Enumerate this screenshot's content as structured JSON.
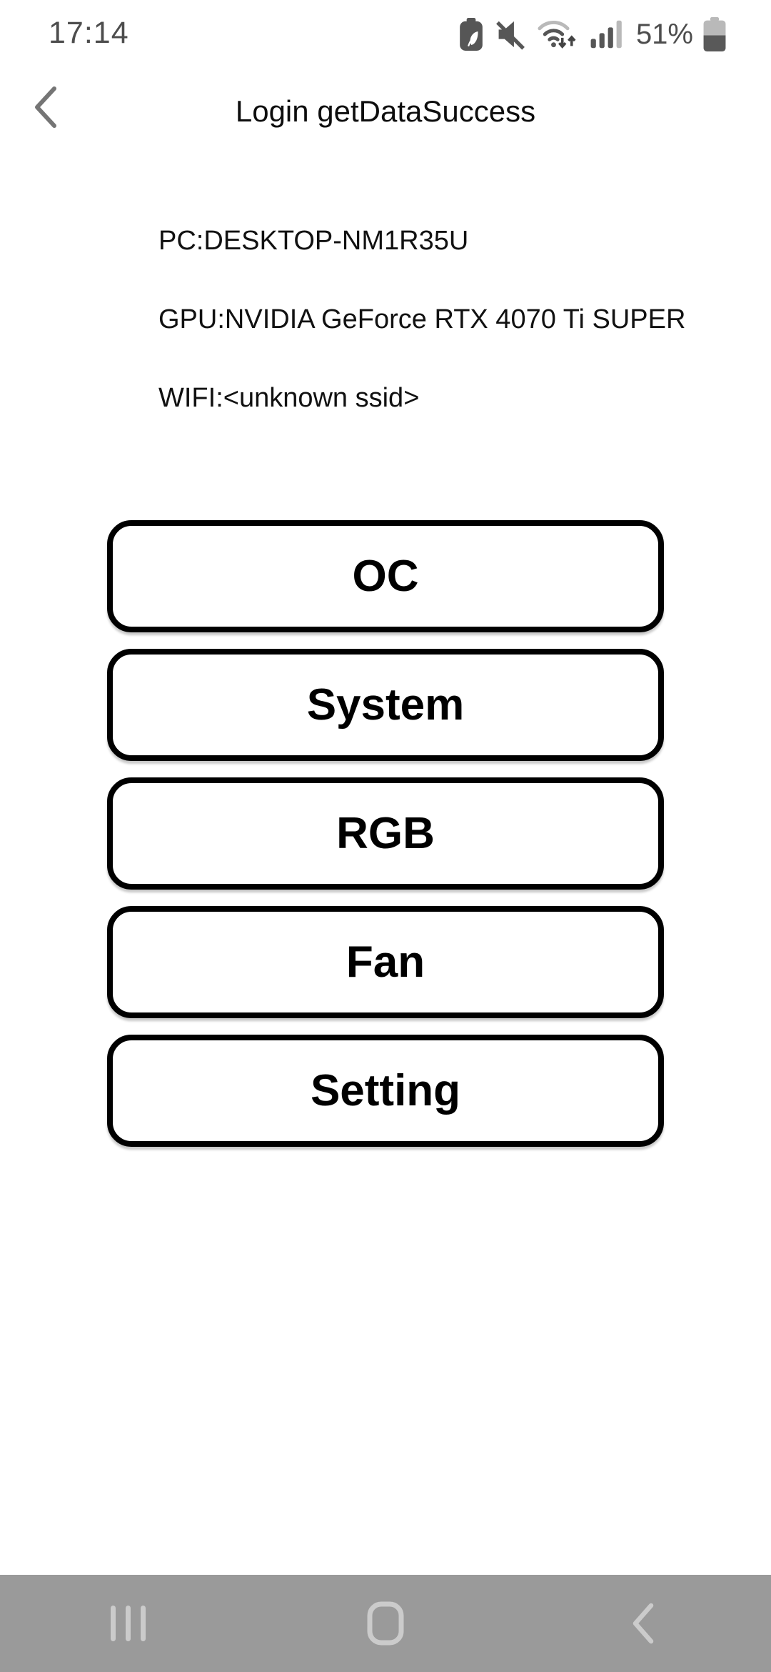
{
  "status_bar": {
    "time": "17:14",
    "battery_percent": "51%",
    "icons": {
      "battery_saver": "battery-saver-icon",
      "mute": "mute-icon",
      "wifi": "wifi-icon",
      "signal": "signal-icon",
      "battery": "battery-icon"
    }
  },
  "header": {
    "title": "Login getDataSuccess"
  },
  "info": {
    "pc": "PC:DESKTOP-NM1R35U",
    "gpu": "GPU:NVIDIA GeForce RTX 4070 Ti SUPER",
    "wifi": "WIFI:<unknown ssid>"
  },
  "buttons": [
    {
      "label": "OC"
    },
    {
      "label": "System"
    },
    {
      "label": "RGB"
    },
    {
      "label": "Fan"
    },
    {
      "label": "Setting"
    }
  ],
  "nav_bar": {
    "recents": "recents-icon",
    "home": "home-icon",
    "back": "back-icon"
  },
  "colors": {
    "status_dark": "#565656",
    "status_light": "#b9b9b9",
    "nav_bg": "#9a9a9a",
    "nav_icon": "#cbcbcb",
    "button_border": "#000000"
  }
}
